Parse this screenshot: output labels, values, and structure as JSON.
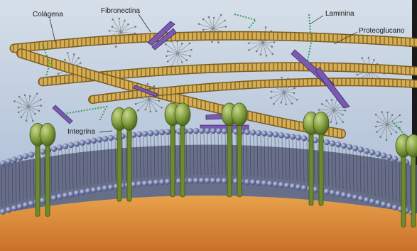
{
  "labels": {
    "colagena": "Colágena",
    "fibronectina": "Fibronectina",
    "laminina": "Laminina",
    "proteoglucano": "Proteoglucano",
    "integrina": "Integrina"
  },
  "colors": {
    "background_top": "#cfd9e6",
    "background_bottom": "#b6c6dc",
    "collagen_fiber": "#c9a24c",
    "collagen_band": "#8a6a2a",
    "membrane_heads": "#6f7aa6",
    "membrane_tails": "#3b3f5a",
    "integrin": "#7d9a3a",
    "cytoplasm": "#d98a3a",
    "fibronectin": "#7a5ab0",
    "laminin": "#4fb46a",
    "proteoglycan": "#6a6a6a"
  }
}
